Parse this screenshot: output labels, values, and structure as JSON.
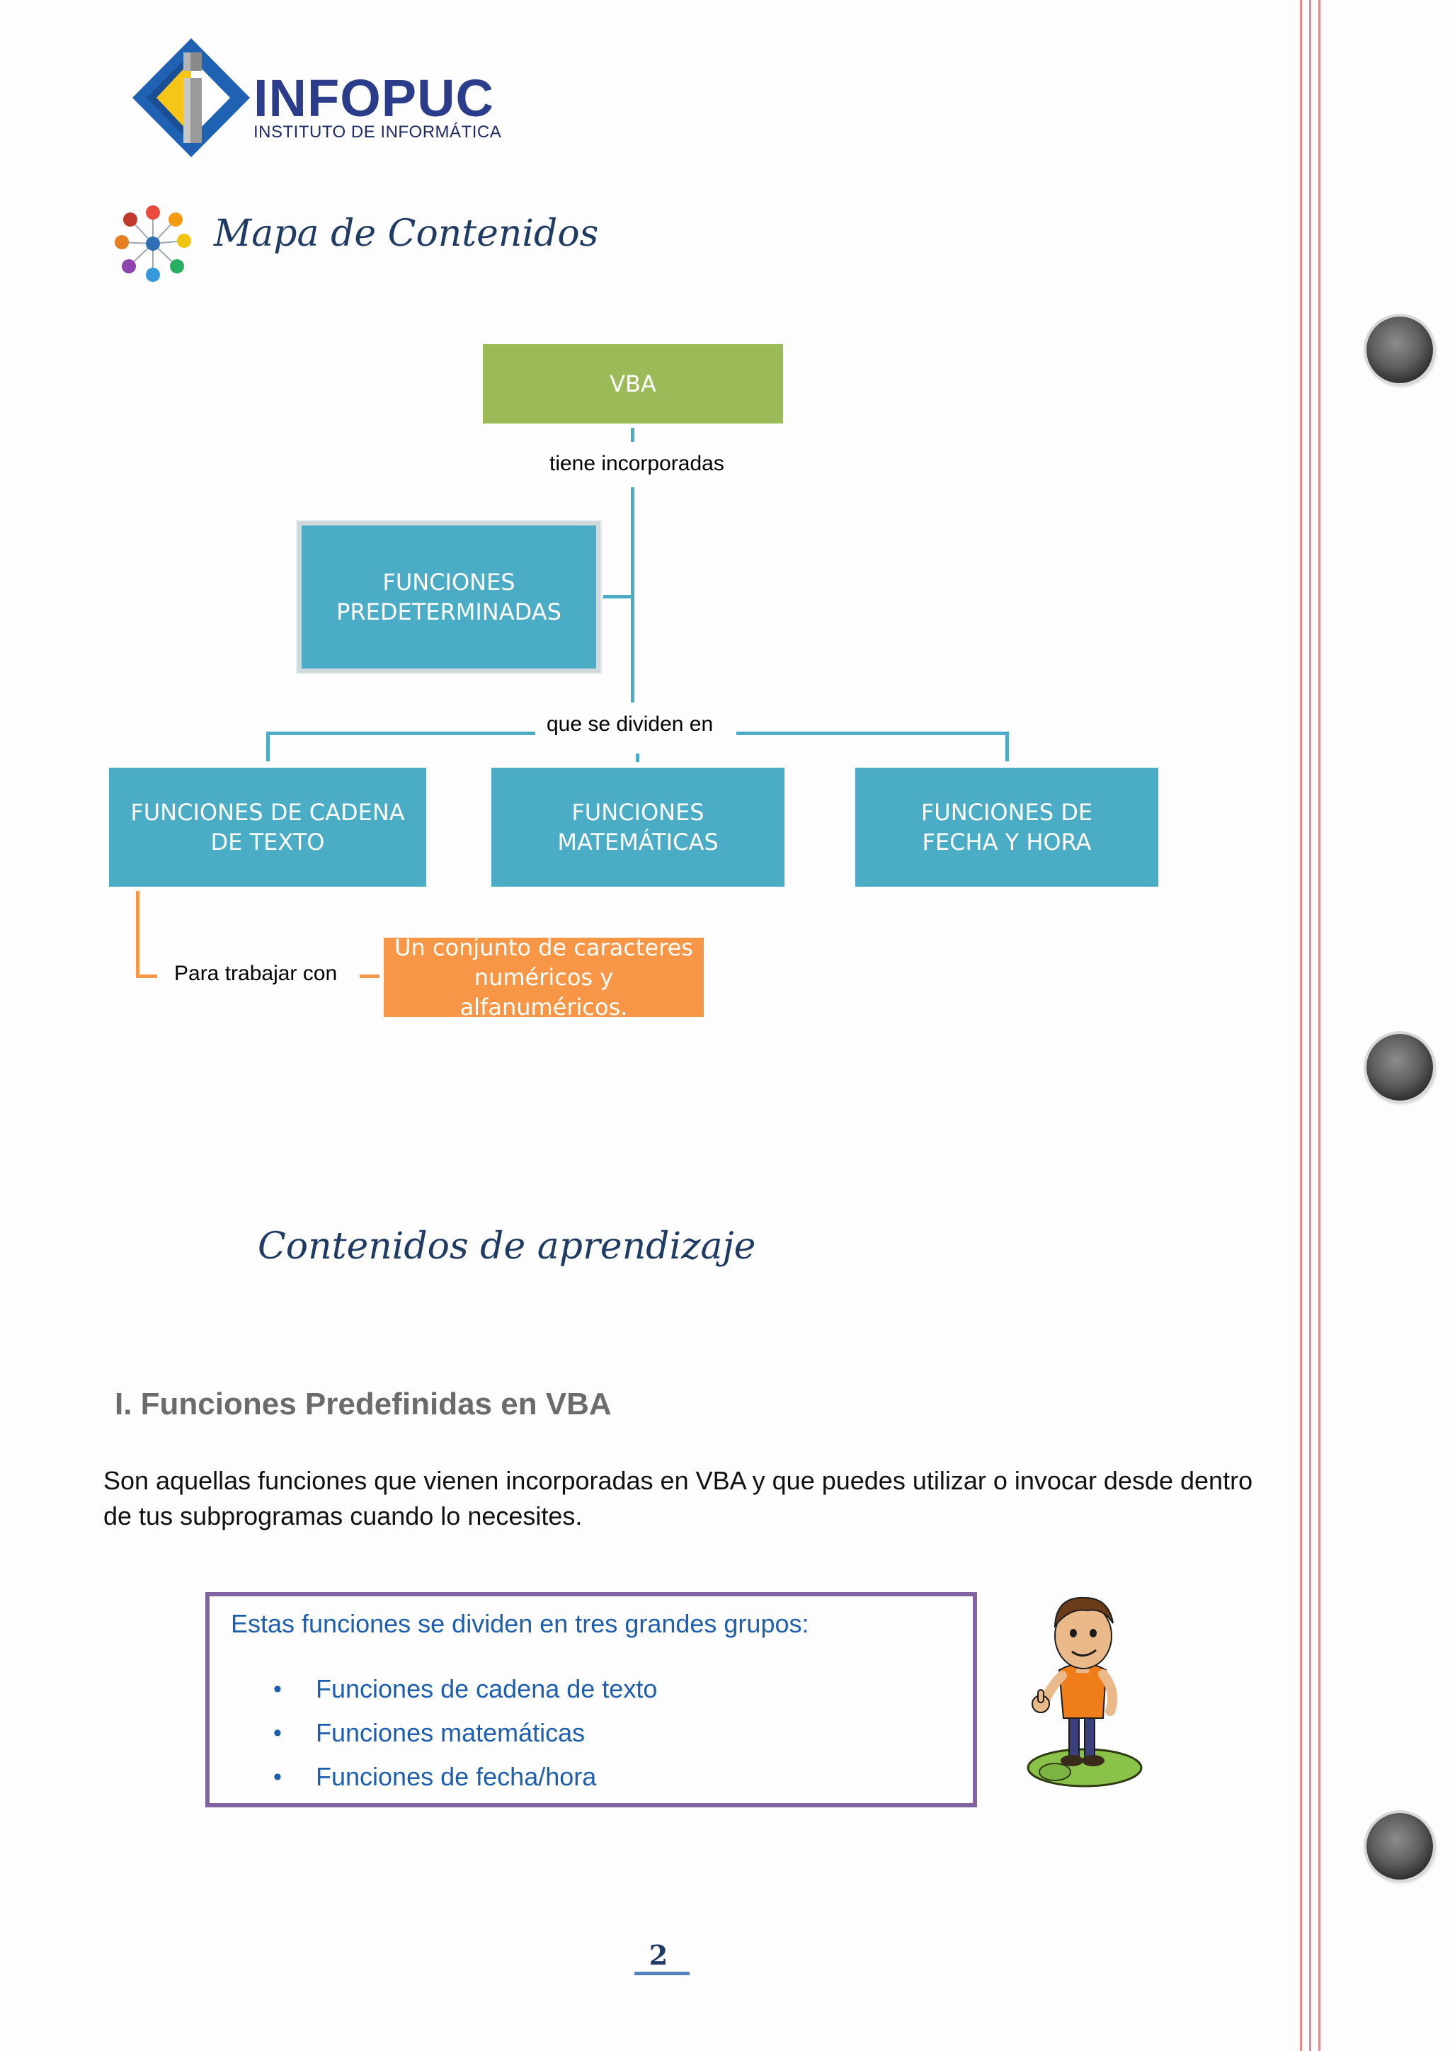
{
  "logo": {
    "name": "INFOPUC",
    "subtitle": "INSTITUTO DE INFORMÁTICA",
    "colors": {
      "blue": "#1f62b3",
      "yellow": "#f5c518",
      "gray": "#8a8a8a"
    }
  },
  "sections": {
    "map_title": "Mapa  de Contenidos",
    "learning_title": "Contenidos de aprendizaje"
  },
  "concept_map": {
    "root": "VBA",
    "link_root": "tiene incorporadas",
    "main_node": "FUNCIONES PREDETERMINADAS",
    "link_divide": "que se dividen en",
    "children": [
      "FUNCIONES DE CADENA DE TEXTO",
      "FUNCIONES MATEMÁTICAS",
      "FUNCIONES DE FECHA  Y HORA"
    ],
    "link_work": "Para trabajar con",
    "detail": "Un conjunto de caracteres numéricos y alfanuméricos.",
    "colors": {
      "root": "#9bbb59",
      "node": "#4bacc6",
      "detail": "#f79646"
    }
  },
  "content": {
    "heading": "I.  Funciones Predefinidas en VBA",
    "paragraph": "Son aquellas funciones que vienen incorporadas en VBA y que puedes utilizar o invocar desde dentro de tus subprogramas cuando lo necesites.",
    "groups_intro": "Estas funciones se dividen en tres grandes grupos:",
    "groups": [
      "Funciones de cadena de texto",
      "Funciones matemáticas",
      "Funciones de fecha/hora"
    ],
    "bullet": "•",
    "accent_color": "#1d5fae",
    "frame_color": "#8064a2"
  },
  "page_number": "2"
}
